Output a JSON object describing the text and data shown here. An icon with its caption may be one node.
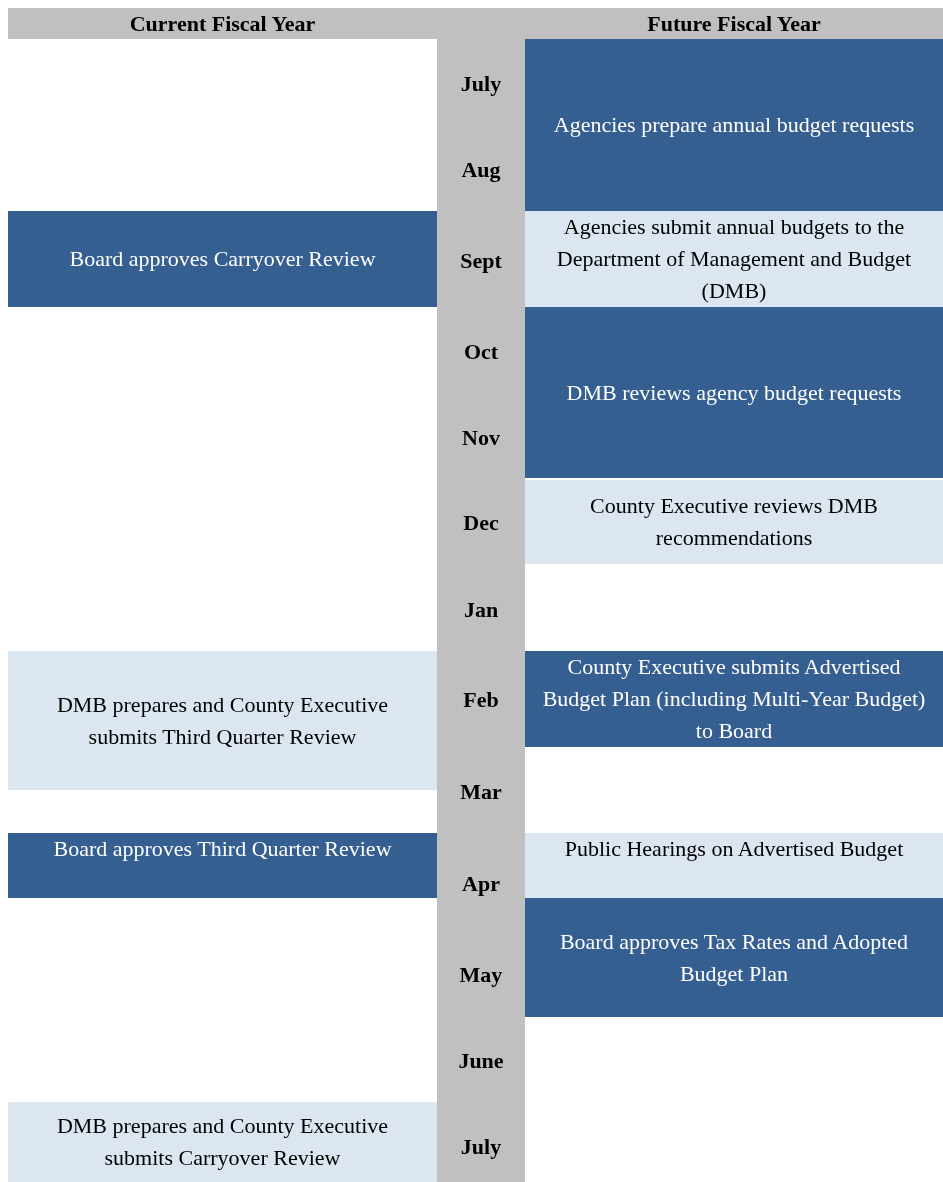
{
  "diagram": {
    "nodes": [
      {
        "text": [
          "Agencies prepare annual budget requests"
        ]
      },
      {
        "text": [
          "Board approves Carryover Review"
        ]
      },
      {
        "text": [
          "Agencies submit annual budgets to the Department of Management and Budget (DMB)"
        ]
      },
      {
        "text": [
          "DMB reviews agency budget requests"
        ]
      },
      {
        "text": [
          "County Executive reviews DMB recommendations"
        ]
      },
      {
        "text": [
          "DMB prepares and County Executive submits Third Quarter Review"
        ]
      },
      {
        "text": [
          "County Executive submits Advertised Budget Plan (including Multi-Year Budget) to Board"
        ]
      },
      {
        "text": [
          "Board approves Third Quarter Review"
        ]
      },
      {
        "text": [
          "Public Hearings on Advertised Budget"
        ]
      },
      {
        "text": [
          "Board approves Tax Rates and Adopted Budget Plan"
        ]
      },
      {
        "text": [
          "DMB prepares and County Executive submits Carryover Review"
        ]
      }
    ],
    "edges": [],
    "labels": [
      "Current Fiscal Year",
      "Future Fiscal Year",
      "July",
      "Aug",
      "Sept",
      "Oct",
      "Nov",
      "Dec",
      "Jan",
      "Feb",
      "Mar",
      "Apr",
      "May",
      "June",
      "July"
    ]
  }
}
